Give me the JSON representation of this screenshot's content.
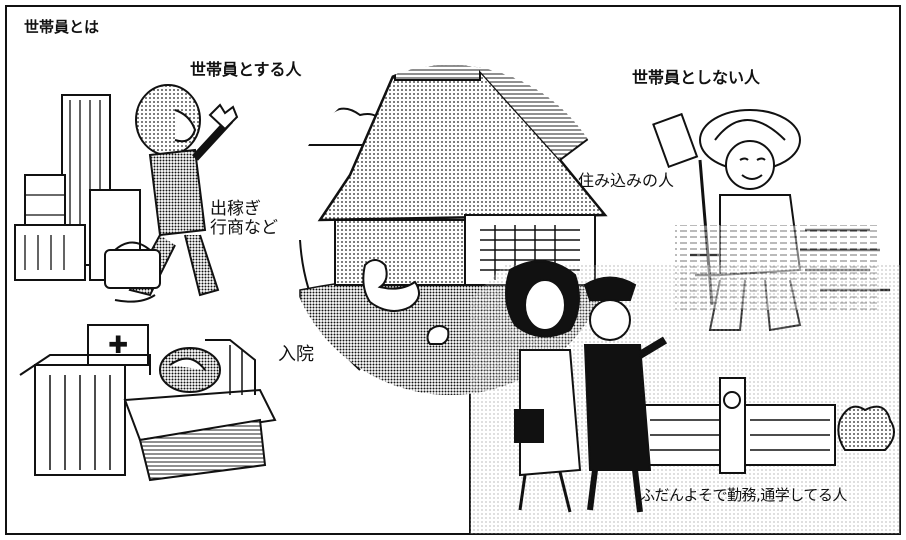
{
  "title": "世帯員とは",
  "include_heading": "世帯員とする人",
  "exclude_heading": "世帯員としない人",
  "captions": {
    "migrant_line1": "出稼ぎ",
    "migrant_line2": "行商など",
    "hospital": "入院",
    "live_in": "住み込みの人",
    "commute": "ふだんよそで勤務,通学してる人"
  },
  "signs": {
    "hospital_cross": "✚"
  },
  "colors": {
    "ink": "#111111",
    "paper": "#ffffff",
    "screen": "#9a9a9a"
  }
}
